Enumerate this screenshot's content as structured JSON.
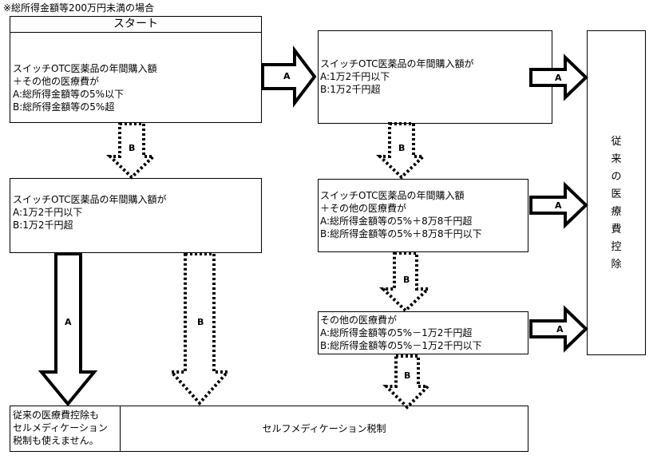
{
  "note": "※総所得金額等200万円未満の場合",
  "start_box": {
    "title": "スタート",
    "lines": [
      "スイッチOTC医薬品の年間購入額",
      "＋その他の医療費が",
      "A:総所得金額等の5%以下",
      "B:総所得金額等の5%超"
    ]
  },
  "box_top_mid": {
    "lines": [
      "スイッチOTC医薬品の年間購入額が",
      "A:1万2千円以下",
      "B:1万2千円超"
    ]
  },
  "box_left_mid": {
    "lines": [
      "スイッチOTC医薬品の年間購入額が",
      "A:1万2千円以下",
      "B:1万2千円超"
    ]
  },
  "box_mid_mid": {
    "lines": [
      "スイッチOTC医薬品の年間購入額",
      "＋その他の医療費が",
      "A:総所得金額等の5%＋8万8千円超",
      "B:総所得金額等の5%＋8万8千円以下"
    ]
  },
  "box_lower_mid": {
    "lines": [
      "その他の医療費が",
      "A:総所得金額等の5%－1万2千円超",
      "B:総所得金額等の5%－1万2千円以下"
    ]
  },
  "right_box": {
    "text": "従来の医療費控除"
  },
  "bottom_left_box": {
    "lines": [
      "従来の医療費控除も",
      "セルメディケーション",
      "税制も使えません。"
    ]
  },
  "bottom_box": {
    "text": "セルフメディケーション税制"
  },
  "arrow_labels": {
    "a": "A",
    "b": "B"
  }
}
